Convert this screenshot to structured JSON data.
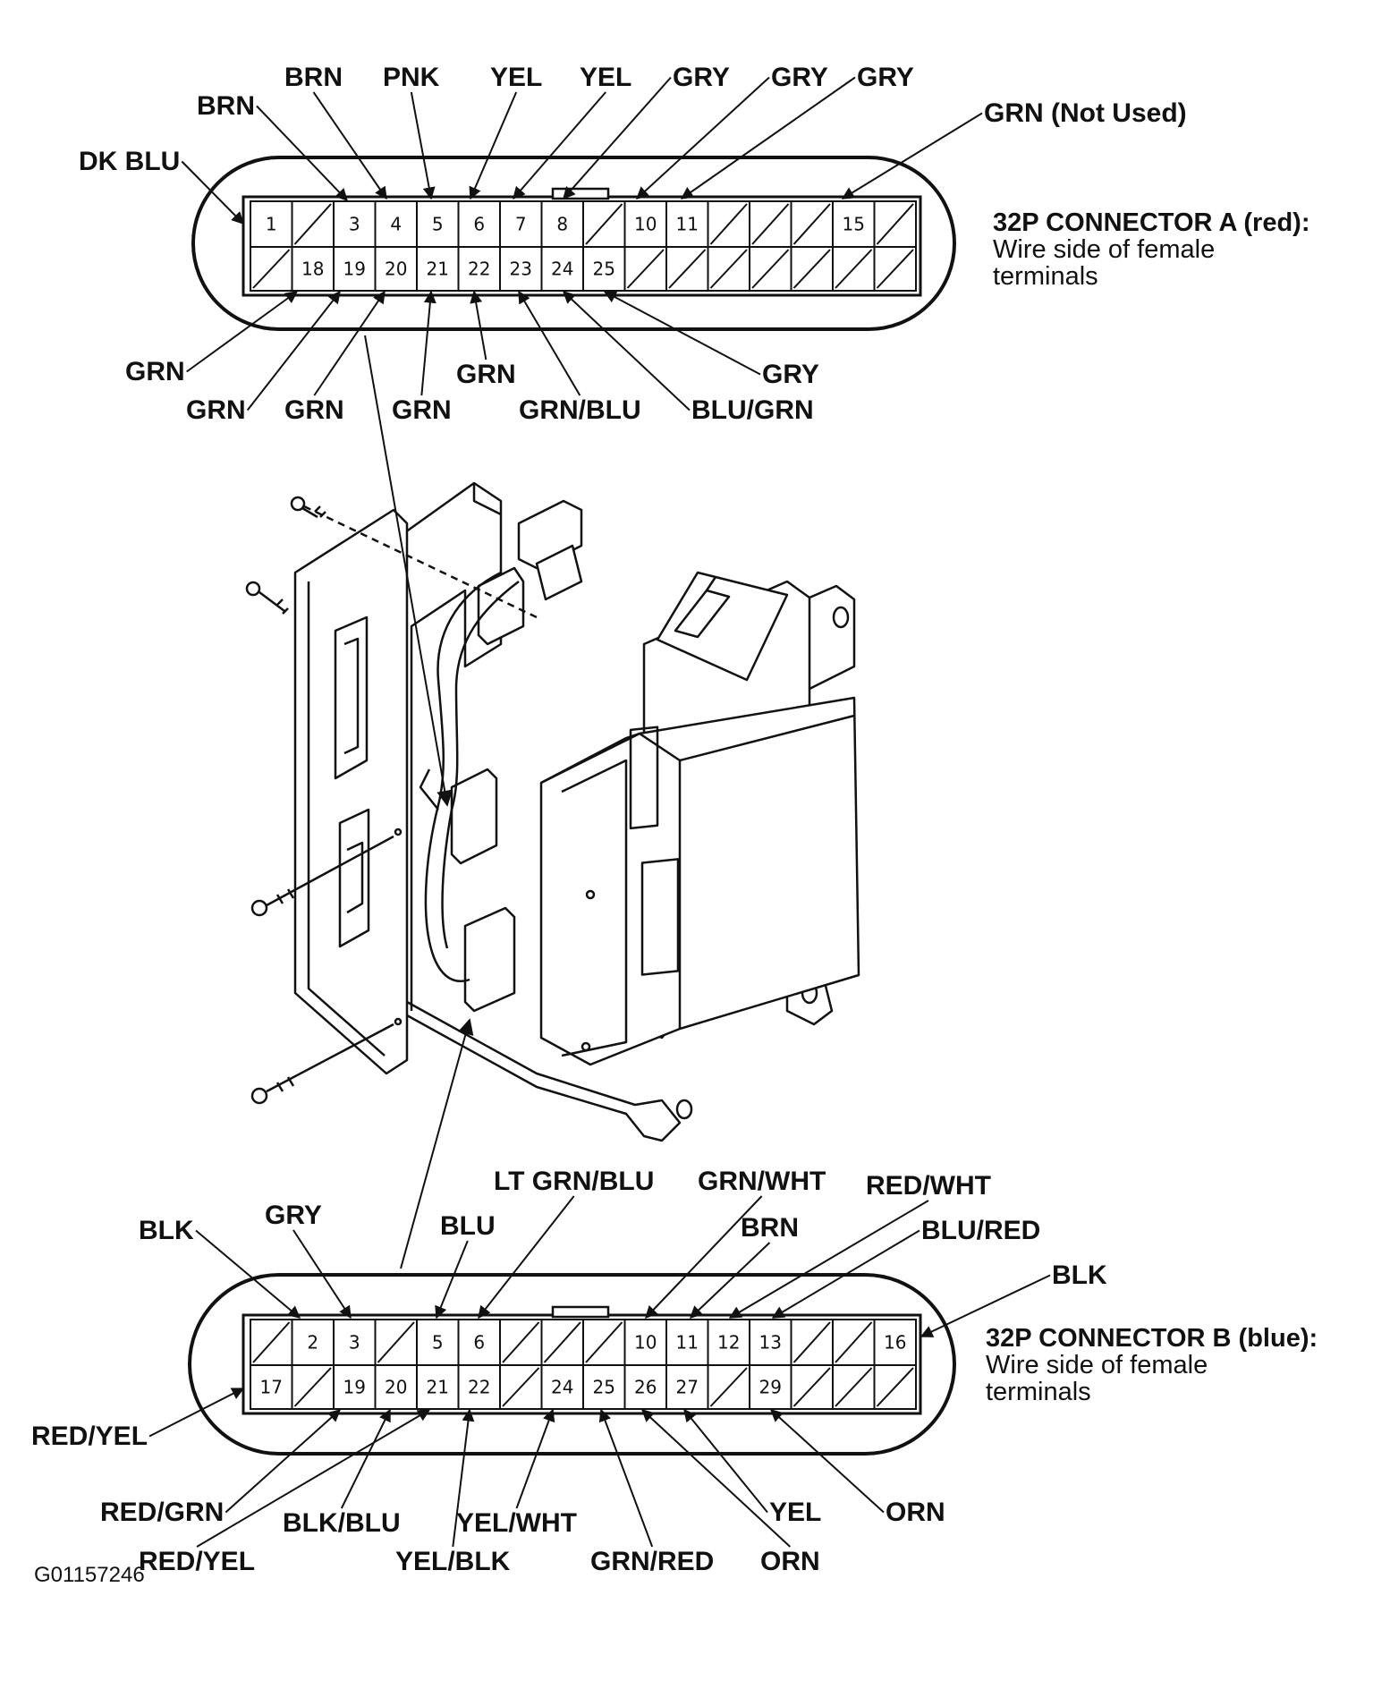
{
  "connector_a": {
    "title": "32P CONNECTOR A (red):",
    "subtitle_line1": "Wire side of female",
    "subtitle_line2": "terminals",
    "top_row": [
      "1",
      "",
      "3",
      "4",
      "5",
      "6",
      "7",
      "8",
      "",
      "10",
      "11",
      "",
      "",
      "",
      "15",
      ""
    ],
    "bottom_row": [
      "",
      "18",
      "19",
      "20",
      "21",
      "22",
      "23",
      "24",
      "25",
      "",
      "",
      "",
      "",
      "",
      "",
      ""
    ],
    "wire_colors": [
      {
        "pin": "1",
        "label": "DK BLU"
      },
      {
        "pin": "3",
        "label": "BRN"
      },
      {
        "pin": "4",
        "label": "BRN"
      },
      {
        "pin": "5",
        "label": "PNK"
      },
      {
        "pin": "6",
        "label": "YEL"
      },
      {
        "pin": "7",
        "label": "YEL"
      },
      {
        "pin": "8",
        "label": "GRY"
      },
      {
        "pin": "10",
        "label": "GRY"
      },
      {
        "pin": "11",
        "label": "GRY"
      },
      {
        "pin": "15",
        "label": "GRN (Not Used)"
      },
      {
        "pin": "18",
        "label": "GRN"
      },
      {
        "pin": "19",
        "label": "GRN"
      },
      {
        "pin": "20",
        "label": "GRN"
      },
      {
        "pin": "21",
        "label": "GRN"
      },
      {
        "pin": "22",
        "label": "GRN"
      },
      {
        "pin": "23",
        "label": "GRN/BLU"
      },
      {
        "pin": "24",
        "label": "BLU/GRN"
      },
      {
        "pin": "25",
        "label": "GRY"
      }
    ]
  },
  "connector_b": {
    "title": "32P CONNECTOR B (blue):",
    "subtitle_line1": "Wire side of female",
    "subtitle_line2": "terminals",
    "top_row": [
      "",
      "2",
      "3",
      "",
      "5",
      "6",
      "",
      "",
      "",
      "10",
      "11",
      "12",
      "13",
      "",
      "",
      "16"
    ],
    "bottom_row": [
      "17",
      "",
      "19",
      "20",
      "21",
      "22",
      "",
      "24",
      "25",
      "26",
      "27",
      "",
      "29",
      "",
      "",
      ""
    ],
    "wire_colors": [
      {
        "pin": "2",
        "label": "BLK"
      },
      {
        "pin": "3",
        "label": "GRY"
      },
      {
        "pin": "5",
        "label": "BLU"
      },
      {
        "pin": "6",
        "label": "LT GRN/BLU"
      },
      {
        "pin": "10",
        "label": "GRN/WHT"
      },
      {
        "pin": "11",
        "label": "BRN"
      },
      {
        "pin": "12",
        "label": "RED/WHT"
      },
      {
        "pin": "13",
        "label": "BLU/RED"
      },
      {
        "pin": "16",
        "label": "BLK"
      },
      {
        "pin": "17",
        "label": "RED/YEL"
      },
      {
        "pin": "19",
        "label": "RED/GRN"
      },
      {
        "pin": "20",
        "label": "BLK/BLU"
      },
      {
        "pin": "21",
        "label": "RED/YEL"
      },
      {
        "pin": "22",
        "label": "YEL/BLK"
      },
      {
        "pin": "24",
        "label": "YEL/WHT"
      },
      {
        "pin": "25",
        "label": "GRN/RED"
      },
      {
        "pin": "26",
        "label": "ORN"
      },
      {
        "pin": "27",
        "label": "YEL"
      },
      {
        "pin": "29",
        "label": "ORN"
      }
    ]
  },
  "figure_code": "G01157246"
}
